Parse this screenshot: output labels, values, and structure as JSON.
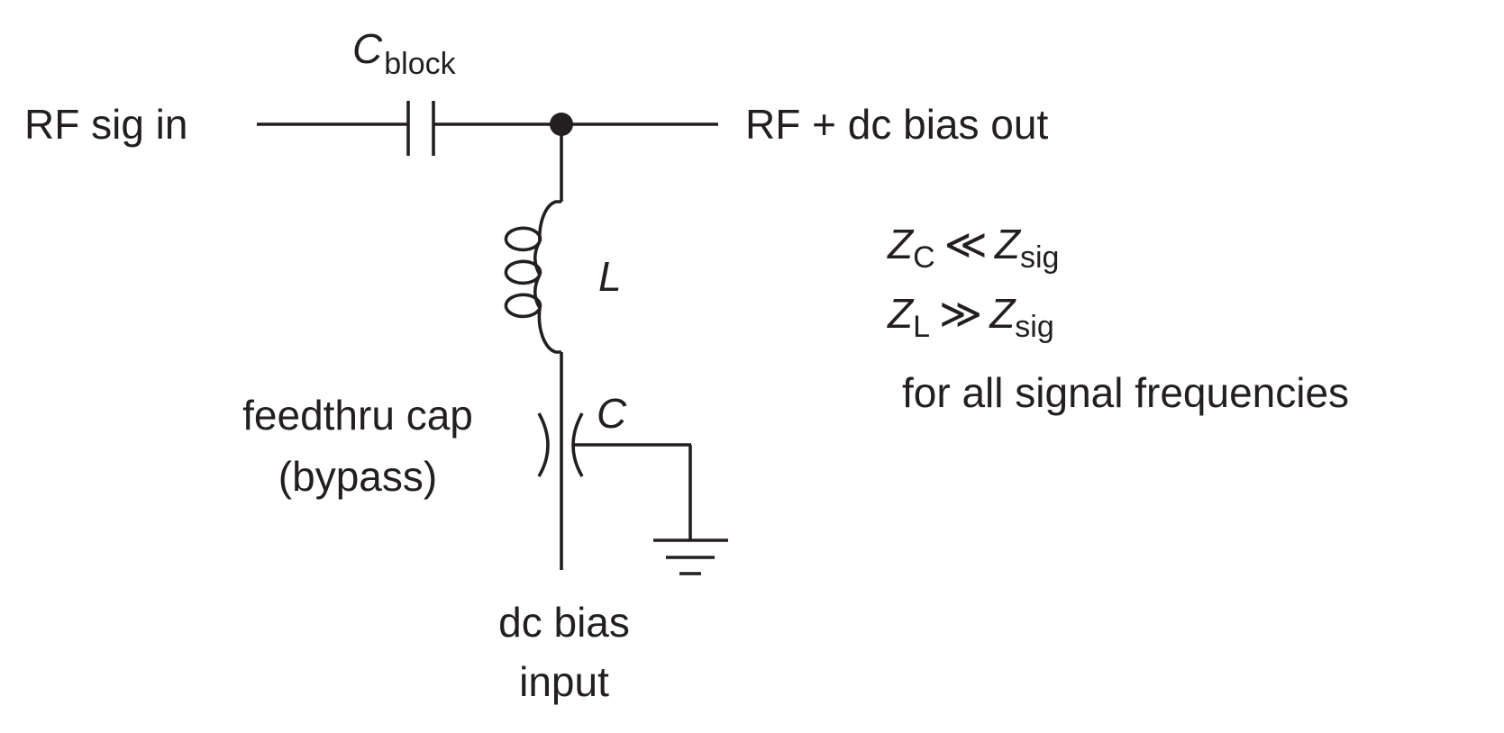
{
  "diagram": {
    "title": "Bias tee circuit",
    "labels": {
      "rf_in": "RF sig in",
      "rf_out": "RF + dc bias out",
      "c_block_main": "C",
      "c_block_sub": "block",
      "inductor": "L",
      "feedthru_line1": "feedthru cap",
      "feedthru_line2": "(bypass)",
      "feedthru_cap": "C",
      "dc_in_line1": "dc bias",
      "dc_in_line2": "input"
    },
    "conditions": [
      {
        "lhs": "Z",
        "lhs_sub": "C",
        "op": "≪",
        "rhs": "Z",
        "rhs_sub": "sig"
      },
      {
        "lhs": "Z",
        "lhs_sub": "L",
        "op": "≫",
        "rhs": "Z",
        "rhs_sub": "sig"
      }
    ],
    "conditions_note": "for all signal frequencies",
    "colors": {
      "ink": "#231f20",
      "background": "#ffffff"
    }
  }
}
